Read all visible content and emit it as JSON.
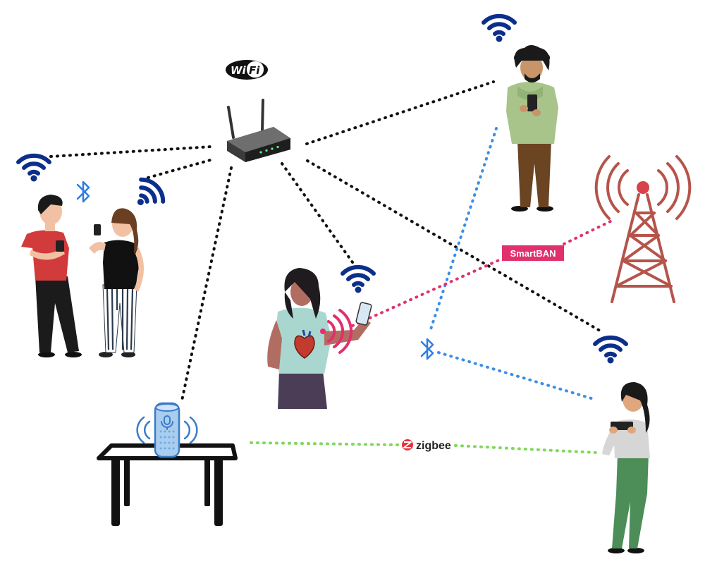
{
  "labels": {
    "wifi_logo_left": "Wi",
    "wifi_logo_right": "Fi",
    "smartban": "SmartBAN",
    "zigbee": "zigbee"
  },
  "colors": {
    "wifi_link": "#111111",
    "bluetooth_link": "#3a8ee6",
    "smartban_link": "#e0306e",
    "zigbee_link": "#7ed957",
    "wifi_icon": "#0b2f8a",
    "bluetooth_icon": "#2f7de1",
    "tower": "#b5544b",
    "smartban_badge": "#e0306e",
    "zigbee_logo": "#e8323c"
  },
  "nodes": [
    {
      "id": "router",
      "icon": "wifi-router"
    },
    {
      "id": "couple",
      "icon": "people"
    },
    {
      "id": "man-hoodie",
      "icon": "person"
    },
    {
      "id": "woman-heart",
      "icon": "person-with-heart-monitor"
    },
    {
      "id": "smart-speaker",
      "icon": "voice-assistant-speaker"
    },
    {
      "id": "woman-tablet",
      "icon": "person"
    },
    {
      "id": "cell-tower",
      "icon": "antenna-tower"
    }
  ],
  "links": [
    {
      "from": "router",
      "to": "couple",
      "protocol": "wifi"
    },
    {
      "from": "router",
      "to": "man-hoodie",
      "protocol": "wifi"
    },
    {
      "from": "router",
      "to": "woman-heart",
      "protocol": "wifi"
    },
    {
      "from": "router",
      "to": "smart-speaker",
      "protocol": "wifi"
    },
    {
      "from": "router",
      "to": "woman-tablet",
      "protocol": "wifi"
    },
    {
      "from": "couple",
      "to": "couple",
      "protocol": "bluetooth"
    },
    {
      "from": "man-hoodie",
      "to": "woman-tablet",
      "protocol": "bluetooth"
    },
    {
      "from": "woman-heart",
      "to": "cell-tower",
      "protocol": "smartban"
    },
    {
      "from": "smart-speaker",
      "to": "woman-tablet",
      "protocol": "zigbee"
    }
  ]
}
